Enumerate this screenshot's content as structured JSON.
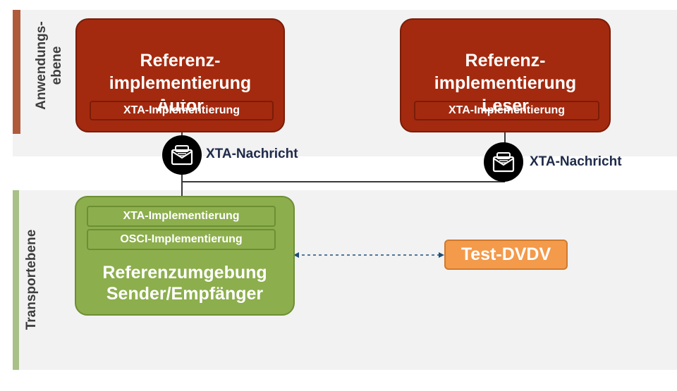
{
  "layers": {
    "application": "Anwendungs-\nebene",
    "transport": "Transportebene"
  },
  "boxes": {
    "autor": {
      "title": "Referenz-\nimplementierung\nAutor",
      "inner": "XTA-Implementierung"
    },
    "leser": {
      "title": "Referenz-\nimplementierung\nLeser",
      "inner": "XTA-Implementierung"
    },
    "environment": {
      "inner_xta": "XTA-Implementierung",
      "inner_osci": "OSCI-Implementierung",
      "title": "Referenzumgebung\nSender/Empfänger"
    },
    "dvdv": {
      "title": "Test-DVDV"
    }
  },
  "messages": {
    "left": "XTA-Nachricht",
    "right": "XTA-Nachricht"
  },
  "icons": {
    "message_icon": "envelope-briefcase-icon"
  },
  "colors": {
    "app_box": "#a32a0f",
    "env_box": "#8cae4d",
    "dvdv_box": "#f39a4b",
    "band": "#f2f2f2",
    "connector": "#3a3a3a",
    "dashed_link": "#1f4e79"
  }
}
